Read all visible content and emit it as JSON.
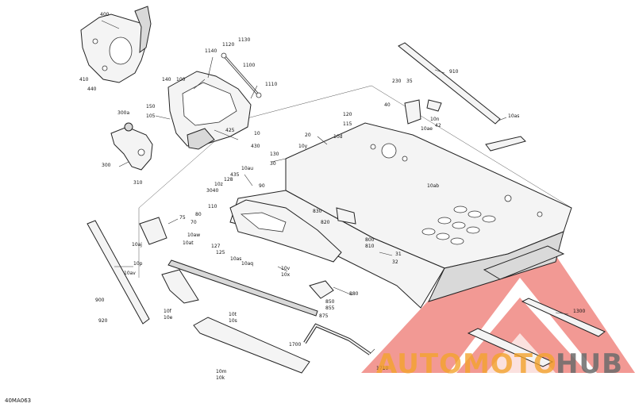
{
  "figure_code": "40MA063",
  "watermark": {
    "word1": "AUTOMOTO",
    "word2": "HUB"
  },
  "callouts": [
    {
      "id": "c400",
      "text": "400"
    },
    {
      "id": "c410",
      "text": "410"
    },
    {
      "id": "c440",
      "text": "440"
    },
    {
      "id": "c1140",
      "text": "1140"
    },
    {
      "id": "c1120",
      "text": "1120"
    },
    {
      "id": "c1130",
      "text": "1130"
    },
    {
      "id": "c1100",
      "text": "1100"
    },
    {
      "id": "c1110",
      "text": "1110"
    },
    {
      "id": "c140",
      "text": "140"
    },
    {
      "id": "c100",
      "text": "100"
    },
    {
      "id": "c150",
      "text": "150"
    },
    {
      "id": "c105",
      "text": "105"
    },
    {
      "id": "c425",
      "text": "425"
    },
    {
      "id": "c430",
      "text": "430"
    },
    {
      "id": "c10",
      "text": "10"
    },
    {
      "id": "c300a",
      "text": "300a"
    },
    {
      "id": "c300",
      "text": "300"
    },
    {
      "id": "c310",
      "text": "310"
    },
    {
      "id": "c910",
      "text": "910"
    },
    {
      "id": "c230",
      "text": "230"
    },
    {
      "id": "c35",
      "text": "35"
    },
    {
      "id": "c40",
      "text": "40"
    },
    {
      "id": "c10n",
      "text": "10n"
    },
    {
      "id": "c42",
      "text": "42"
    },
    {
      "id": "c10ae",
      "text": "10ae"
    },
    {
      "id": "c10as",
      "text": "10as"
    },
    {
      "id": "c120",
      "text": "120"
    },
    {
      "id": "c115",
      "text": "115"
    },
    {
      "id": "c10d",
      "text": "10d"
    },
    {
      "id": "c20",
      "text": "20"
    },
    {
      "id": "c10y",
      "text": "10y"
    },
    {
      "id": "c130",
      "text": "130"
    },
    {
      "id": "c30",
      "text": "30"
    },
    {
      "id": "c10au",
      "text": "10au"
    },
    {
      "id": "c435",
      "text": "435"
    },
    {
      "id": "c128",
      "text": "128"
    },
    {
      "id": "c10z",
      "text": "10z"
    },
    {
      "id": "c3040",
      "text": "3040"
    },
    {
      "id": "c90",
      "text": "90"
    },
    {
      "id": "c10ab",
      "text": "10ab"
    },
    {
      "id": "c110",
      "text": "110"
    },
    {
      "id": "c75",
      "text": "75"
    },
    {
      "id": "c80",
      "text": "80"
    },
    {
      "id": "c70",
      "text": "70"
    },
    {
      "id": "c10aw",
      "text": "10aw"
    },
    {
      "id": "c10at",
      "text": "10at"
    },
    {
      "id": "c127",
      "text": "127"
    },
    {
      "id": "c125",
      "text": "125"
    },
    {
      "id": "c10aq",
      "text": "10aq"
    },
    {
      "id": "c10as2",
      "text": "10as"
    },
    {
      "id": "c830",
      "text": "830"
    },
    {
      "id": "c820",
      "text": "820"
    },
    {
      "id": "c800",
      "text": "800"
    },
    {
      "id": "c810",
      "text": "810"
    },
    {
      "id": "c31",
      "text": "31"
    },
    {
      "id": "c32",
      "text": "32"
    },
    {
      "id": "c10aj",
      "text": "10aj"
    },
    {
      "id": "c10p",
      "text": "10p"
    },
    {
      "id": "c10av",
      "text": "10av"
    },
    {
      "id": "c10v",
      "text": "10v"
    },
    {
      "id": "c10x",
      "text": "10x"
    },
    {
      "id": "c880",
      "text": "880"
    },
    {
      "id": "c850",
      "text": "850"
    },
    {
      "id": "c855",
      "text": "855"
    },
    {
      "id": "c875",
      "text": "875"
    },
    {
      "id": "c900",
      "text": "900"
    },
    {
      "id": "c920",
      "text": "920"
    },
    {
      "id": "c10f",
      "text": "10f"
    },
    {
      "id": "c10e",
      "text": "10e"
    },
    {
      "id": "c10t",
      "text": "10t"
    },
    {
      "id": "c10s",
      "text": "10s"
    },
    {
      "id": "c1700",
      "text": "1700"
    },
    {
      "id": "c1710",
      "text": "1710"
    },
    {
      "id": "c10m",
      "text": "10m"
    },
    {
      "id": "c10k",
      "text": "10k"
    },
    {
      "id": "c1300",
      "text": "1300"
    }
  ]
}
